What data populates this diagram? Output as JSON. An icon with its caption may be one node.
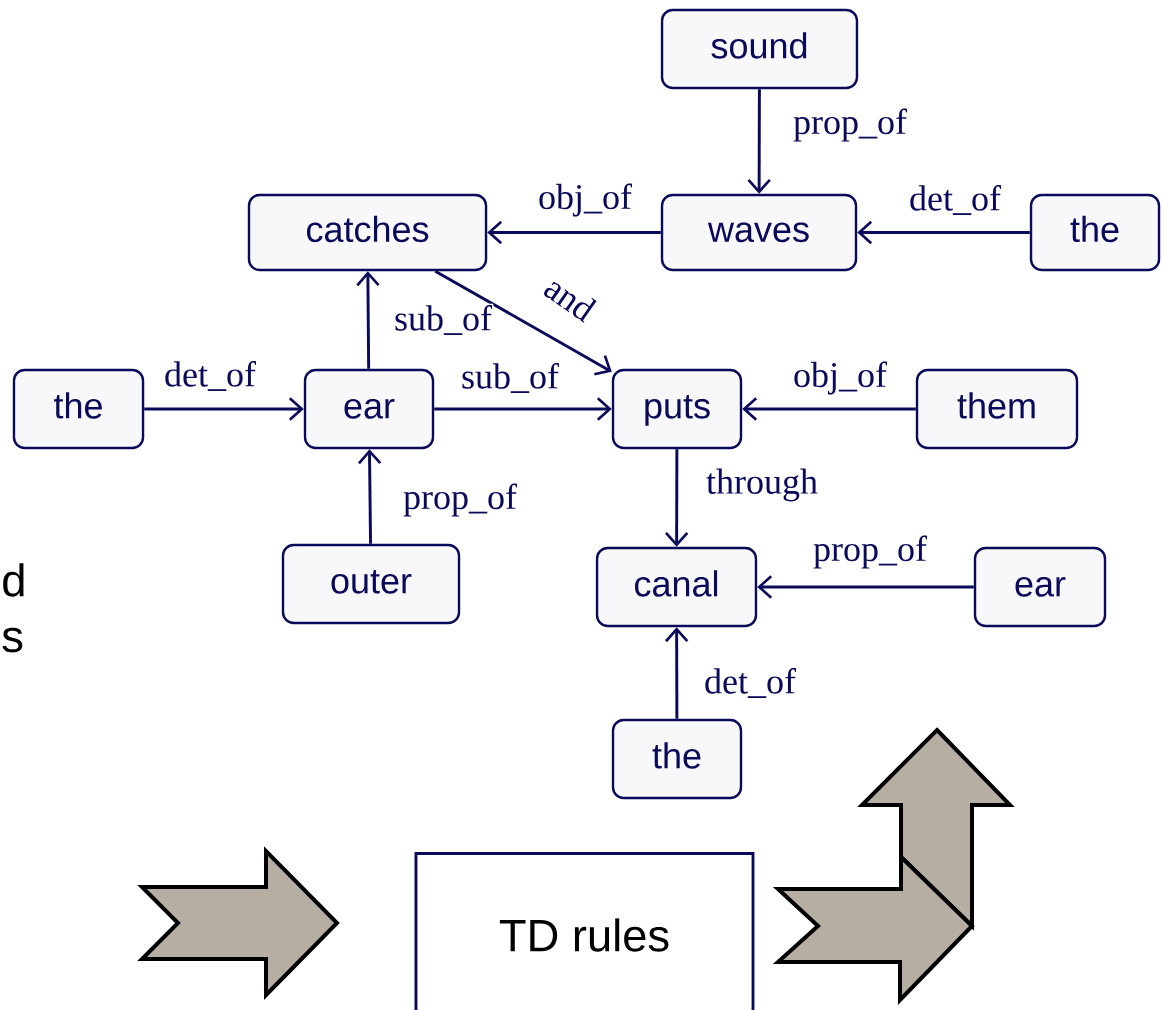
{
  "diagram": {
    "nodes": [
      {
        "text": [
          "sound"
        ]
      },
      {
        "text": [
          "catches"
        ]
      },
      {
        "text": [
          "waves"
        ]
      },
      {
        "text": [
          "the"
        ]
      },
      {
        "text": [
          "the"
        ]
      },
      {
        "text": [
          "ear"
        ]
      },
      {
        "text": [
          "puts"
        ]
      },
      {
        "text": [
          "them"
        ]
      },
      {
        "text": [
          "outer"
        ]
      },
      {
        "text": [
          "canal"
        ]
      },
      {
        "text": [
          "ear"
        ]
      },
      {
        "text": [
          "the"
        ]
      },
      {
        "text": [
          "TD rules"
        ]
      }
    ],
    "edges": [
      {
        "from": 0,
        "to": 2,
        "arrow": "to",
        "label": "prop_of"
      },
      {
        "from": 2,
        "to": 1,
        "arrow": "to",
        "label": "obj_of"
      },
      {
        "from": 3,
        "to": 2,
        "arrow": "to",
        "label": "det_of"
      },
      {
        "from": 1,
        "to": 6,
        "arrow": "to",
        "label": "and"
      },
      {
        "from": 5,
        "to": 1,
        "arrow": "to",
        "label": "sub_of"
      },
      {
        "from": 4,
        "to": 5,
        "arrow": "to",
        "label": "det_of"
      },
      {
        "from": 5,
        "to": 6,
        "arrow": "to",
        "label": "sub_of"
      },
      {
        "from": 7,
        "to": 6,
        "arrow": "to",
        "label": "obj_of"
      },
      {
        "from": 8,
        "to": 5,
        "arrow": "to",
        "label": "prop_of"
      },
      {
        "from": 6,
        "to": 9,
        "arrow": "to",
        "label": "through"
      },
      {
        "from": 10,
        "to": 9,
        "arrow": "to",
        "label": "prop_of"
      },
      {
        "from": 11,
        "to": 9,
        "arrow": "to",
        "label": "det_of"
      }
    ],
    "labels": [
      "d",
      "s"
    ]
  }
}
